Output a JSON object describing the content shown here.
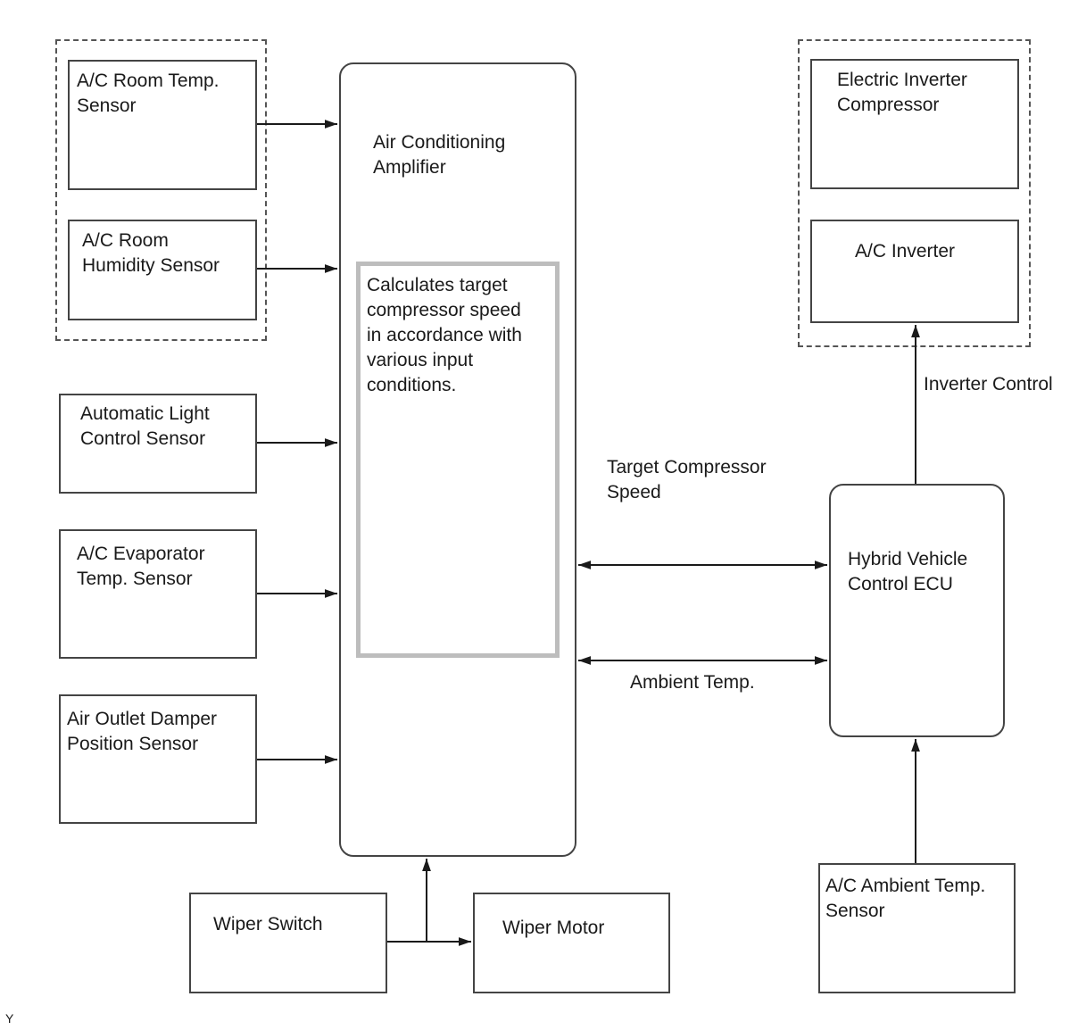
{
  "blocks": {
    "room_temp_sensor": "A/C Room Temp.\nSensor",
    "room_humidity_sensor": "A/C Room\nHumidity Sensor",
    "auto_light_sensor": "Automatic Light\nControl Sensor",
    "evaporator_temp_sensor": "A/C Evaporator\nTemp. Sensor",
    "air_outlet_damper_sensor": "Air Outlet Damper\nPosition Sensor",
    "amplifier": "Air Conditioning\nAmplifier",
    "amplifier_function": "Calculates target\ncompressor speed\nin accordance with\nvarious input\nconditions.",
    "wiper_switch": "Wiper Switch",
    "wiper_motor": "Wiper Motor",
    "inverter_compressor": "Electric Inverter\nCompressor",
    "ac_inverter": "A/C Inverter",
    "hv_ecu": "Hybrid Vehicle\nControl ECU",
    "ambient_temp_sensor": "A/C Ambient Temp.\nSensor"
  },
  "signals": {
    "inverter_control": "Inverter Control",
    "target_compressor_speed": "Target Compressor\nSpeed",
    "ambient_temp": "Ambient Temp."
  },
  "corner_mark": "Y",
  "colors": {
    "line": "#1a1a1a",
    "box_border": "#444444",
    "calc_border": "#bdbdbd"
  }
}
